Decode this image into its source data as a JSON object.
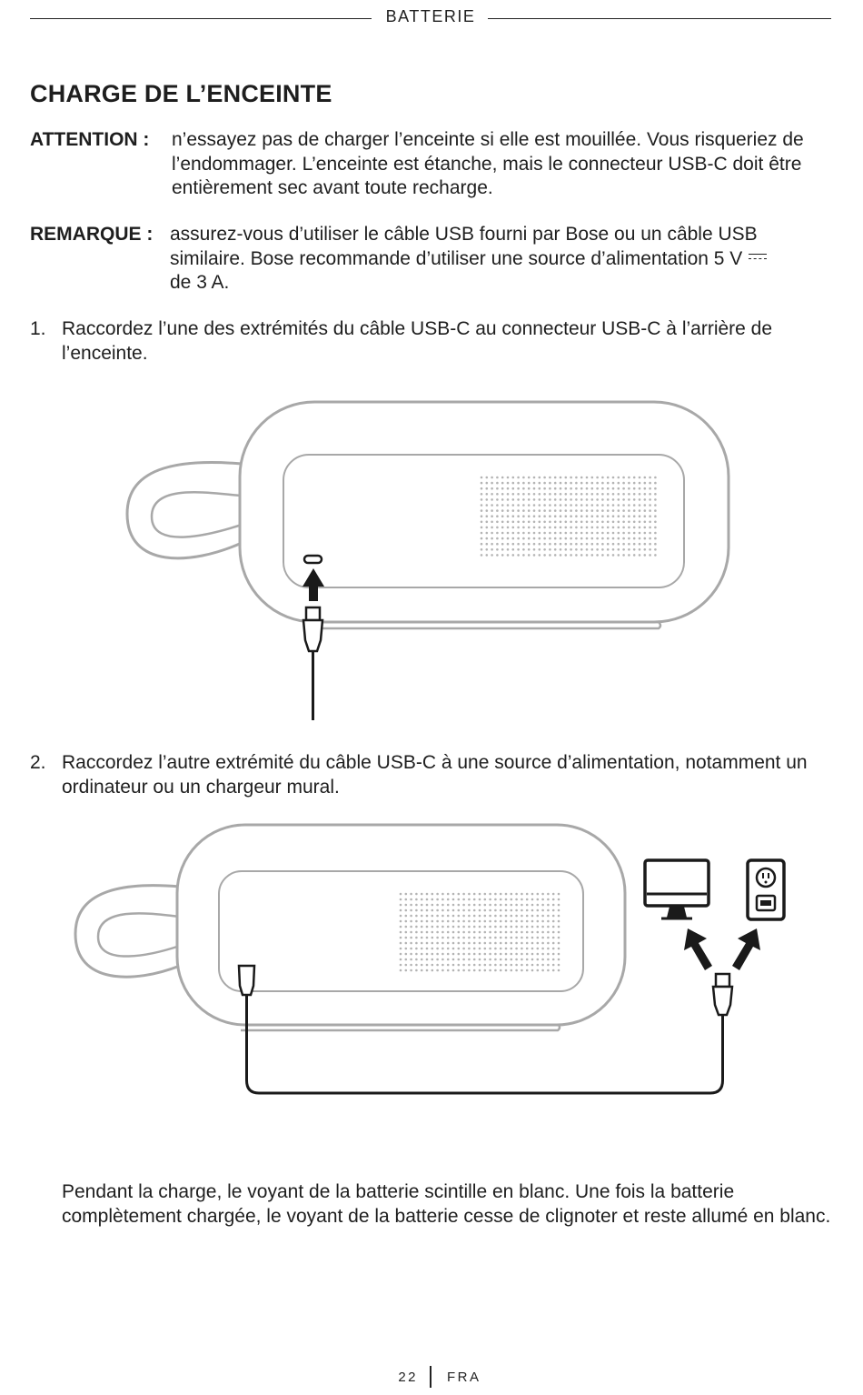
{
  "header": {
    "section": "BATTERIE"
  },
  "title": "CHARGE DE L’ENCEINTE",
  "attention": {
    "label": "ATTENTION :",
    "text": "n’essayez pas de charger l’enceinte si elle est mouillée. Vous risqueriez de l’endommager. L’enceinte est étanche, mais le connecteur USB-C doit être entièrement sec avant toute recharge."
  },
  "remarque": {
    "label": "REMARQUE :",
    "text_before": "assurez-vous d’utiliser le câble USB fourni par Bose ou un câble USB similaire. Bose recommande d’utiliser une source d’alimentation 5 V",
    "text_after": "de 3 A."
  },
  "steps": [
    {
      "num": "1.",
      "text": "Raccordez l’une des extrémités du câble USB-C au connecteur USB-C à l’arrière de l’enceinte."
    },
    {
      "num": "2.",
      "text": "Raccordez l’autre extrémité du câble USB-C à une source d’alimentation, notamment un ordinateur ou un chargeur mural."
    }
  ],
  "final_text": "Pendant la charge, le voyant de la batterie scintille en blanc. Une fois la batterie complètement chargée, le voyant de la batterie cesse de clignoter et reste allumé en blanc.",
  "footer": {
    "page": "22",
    "lang": "FRA"
  },
  "icons": {
    "figure1": [
      "speaker-illustration",
      "usb-c-port-icon",
      "arrow-up-icon",
      "usb-c-plug-icon"
    ],
    "figure2": [
      "speaker-illustration",
      "usb-c-plug-icon",
      "computer-monitor-icon",
      "wall-outlet-icon",
      "arrow-icon"
    ]
  },
  "colors": {
    "text": "#1e1e1e",
    "illustration_outline": "#a8a8a8",
    "cable": "#1a1a1a"
  }
}
